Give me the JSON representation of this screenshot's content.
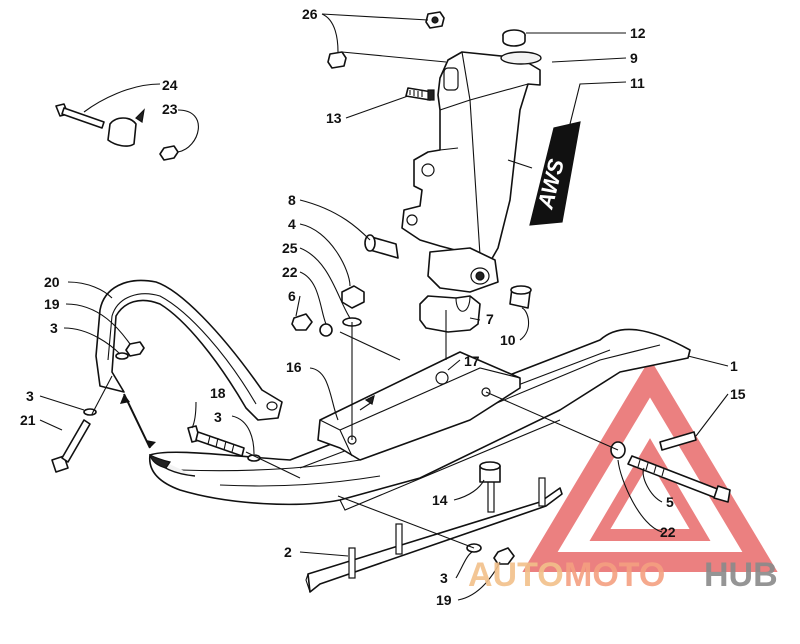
{
  "labels": {
    "l1": "1",
    "l2": "2",
    "l3a": "3",
    "l3b": "3",
    "l3c": "3",
    "l3d": "3",
    "l4": "4",
    "l5": "5",
    "l6": "6",
    "l7": "7",
    "l8": "8",
    "l9": "9",
    "l10": "10",
    "l11": "11",
    "l12": "12",
    "l13": "13",
    "l14": "14",
    "l15": "15",
    "l16": "16",
    "l17": "17",
    "l18": "18",
    "l19a": "19",
    "l19b": "19",
    "l20": "20",
    "l21": "21",
    "l22a": "22",
    "l22b": "22",
    "l23": "23",
    "l24": "24",
    "l25": "25",
    "l26": "26"
  },
  "decal_text": "AWS",
  "watermark": {
    "part1": "AUTO",
    "part2": "MOTO",
    "part3": "HUB",
    "color_auto": "#f2c08a",
    "color_moto": "#f4a081",
    "color_hub": "#8a8a8a",
    "triangle_color": "#e86a6a"
  }
}
